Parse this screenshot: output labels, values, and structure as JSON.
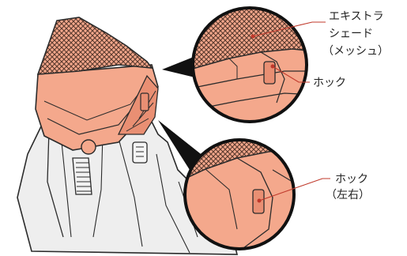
{
  "labels": {
    "extra_shade_line1": "エキストラ",
    "extra_shade_line2": "シェード",
    "extra_shade_line3": "（メッシュ）",
    "hook_top": "ホック",
    "hook_bottom_line1": "ホック",
    "hook_bottom_line2": "（左右）"
  },
  "colors": {
    "canopy": "#f4a88c",
    "canopy_shade": "#e98f73",
    "mesh_line": "#5a3a2e",
    "outline": "#2b2b2b",
    "seat": "#eeeeee",
    "leader_line": "#c0392b",
    "callout": "#111111"
  }
}
